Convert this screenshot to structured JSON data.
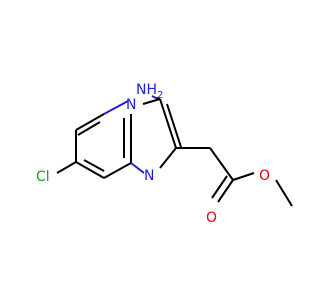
{
  "atoms": {
    "nh2": {
      "label": "NH",
      "sub": "2",
      "color": "#1f1fd6"
    },
    "n_bridge": {
      "label": "N",
      "color": "#1f1fd6"
    },
    "n_ring": {
      "label": "N",
      "color": "#1f1fd6"
    },
    "cl": {
      "label": "Cl",
      "color": "#1aa01a"
    },
    "o_carbonyl": {
      "label": "O",
      "color": "#e8000b"
    },
    "o_ester": {
      "label": "O",
      "color": "#e8000b"
    }
  },
  "colors": {
    "bond": "#000000",
    "nitrogen": "#1f1fd6",
    "oxygen": "#e8000b",
    "chlorine": "#1aa01a",
    "background": "#ffffff"
  }
}
